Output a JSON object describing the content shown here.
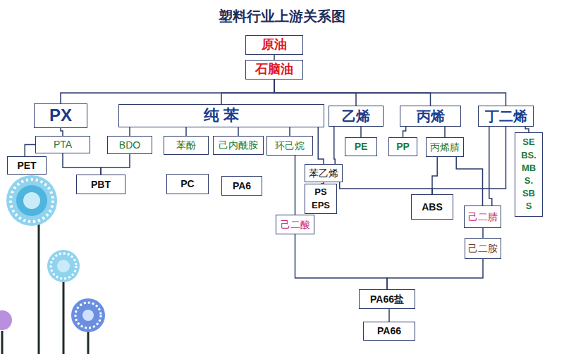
{
  "diagram": {
    "title": "塑料行业上游关系图",
    "nodes": [
      {
        "text": [
          "原油"
        ]
      },
      {
        "text": [
          "石脑油"
        ]
      },
      {
        "text": [
          "PX"
        ]
      },
      {
        "text": [
          "纯 苯"
        ]
      },
      {
        "text": [
          "乙烯"
        ]
      },
      {
        "text": [
          "丙烯"
        ]
      },
      {
        "text": [
          "丁二烯"
        ]
      },
      {
        "text": [
          "PTA"
        ]
      },
      {
        "text": [
          "BDO"
        ]
      },
      {
        "text": [
          "苯酚"
        ]
      },
      {
        "text": [
          "己内酰胺"
        ]
      },
      {
        "text": [
          "环己烷"
        ]
      },
      {
        "text": [
          "PE"
        ]
      },
      {
        "text": [
          "PP"
        ]
      },
      {
        "text": [
          "丙烯腈"
        ]
      },
      {
        "text": [
          "SE BS. MB S. SB S"
        ]
      },
      {
        "text": [
          "PET"
        ]
      },
      {
        "text": [
          "PBT"
        ]
      },
      {
        "text": [
          "PC"
        ]
      },
      {
        "text": [
          "PA6"
        ]
      },
      {
        "text": [
          "苯乙烯"
        ]
      },
      {
        "text": [
          "PS EPS"
        ]
      },
      {
        "text": [
          "ABS"
        ]
      },
      {
        "text": [
          "己二腈"
        ]
      },
      {
        "text": [
          "己二酸"
        ]
      },
      {
        "text": [
          "己二胺"
        ]
      },
      {
        "text": [
          "PA66盐"
        ]
      },
      {
        "text": [
          "PA66"
        ]
      }
    ],
    "edges": [
      {
        "from": 0,
        "to": 1,
        "arrow": "none"
      },
      {
        "from": 1,
        "to": 2,
        "arrow": "none"
      },
      {
        "from": 1,
        "to": 3,
        "arrow": "none"
      },
      {
        "from": 1,
        "to": 4,
        "arrow": "none"
      },
      {
        "from": 1,
        "to": 5,
        "arrow": "none"
      },
      {
        "from": 1,
        "to": 6,
        "arrow": "none"
      },
      {
        "from": 2,
        "to": 7,
        "arrow": "none"
      },
      {
        "from": 7,
        "to": 16,
        "arrow": "none"
      },
      {
        "from": 7,
        "to": 17,
        "arrow": "none"
      },
      {
        "from": 8,
        "to": 17,
        "arrow": "none"
      },
      {
        "from": 3,
        "to": 8,
        "arrow": "none"
      },
      {
        "from": 3,
        "to": 9,
        "arrow": "none"
      },
      {
        "from": 3,
        "to": 10,
        "arrow": "none"
      },
      {
        "from": 3,
        "to": 11,
        "arrow": "none"
      },
      {
        "from": 3,
        "to": 20,
        "arrow": "none"
      },
      {
        "from": 4,
        "to": 12,
        "arrow": "none"
      },
      {
        "from": 4,
        "to": 20,
        "arrow": "none"
      },
      {
        "from": 5,
        "to": 13,
        "arrow": "none"
      },
      {
        "from": 5,
        "to": 14,
        "arrow": "none"
      },
      {
        "from": 6,
        "to": 15,
        "arrow": "none"
      },
      {
        "from": 20,
        "to": 21,
        "arrow": "none"
      },
      {
        "from": 20,
        "to": 22,
        "arrow": "none"
      },
      {
        "from": 14,
        "to": 22,
        "arrow": "none"
      },
      {
        "from": 6,
        "to": 22,
        "arrow": "none"
      },
      {
        "from": 14,
        "to": 23,
        "arrow": "none"
      },
      {
        "from": 6,
        "to": 23,
        "arrow": "none"
      },
      {
        "from": 23,
        "to": 25,
        "arrow": "none"
      },
      {
        "from": 11,
        "to": 24,
        "arrow": "none"
      },
      {
        "from": 24,
        "to": 26,
        "arrow": "none"
      },
      {
        "from": 25,
        "to": 26,
        "arrow": "none"
      },
      {
        "from": 26,
        "to": 27,
        "arrow": "none"
      }
    ]
  }
}
